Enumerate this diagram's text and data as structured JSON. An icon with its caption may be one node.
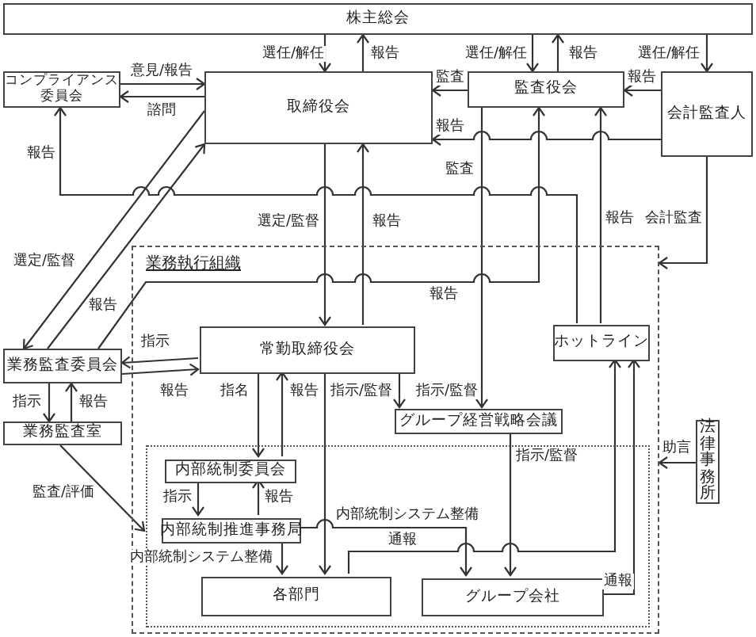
{
  "diagram": {
    "nodes": [
      {
        "text": [
          "株主総会"
        ]
      },
      {
        "text": [
          "コンプライアンス委員会"
        ]
      },
      {
        "text": [
          "取締役会"
        ]
      },
      {
        "text": [
          "監査役会"
        ]
      },
      {
        "text": [
          "会計監査人"
        ]
      },
      {
        "text": [
          "業務執行組織"
        ]
      },
      {
        "text": [
          "業務監査委員会"
        ]
      },
      {
        "text": [
          "業務監査室"
        ]
      },
      {
        "text": [
          "常勤取締役会"
        ],
        "in": 5
      },
      {
        "text": [
          "ホットライン"
        ],
        "in": 5
      },
      {
        "text": [
          "グループ経営戦略会議"
        ],
        "in": 5
      },
      {
        "text": [],
        "shape": "box",
        "in": 5
      },
      {
        "text": [
          "内部統制委員会"
        ],
        "in": 11
      },
      {
        "text": [
          "内部統制推進事務局"
        ],
        "in": 11
      },
      {
        "text": [
          "各部門"
        ],
        "in": 11
      },
      {
        "text": [
          "グループ会社"
        ],
        "in": 11
      },
      {
        "text": [
          "法律事務所"
        ]
      }
    ],
    "edges": [
      {
        "from": 0,
        "to": 2,
        "arrow": "to",
        "label": "選任/解任"
      },
      {
        "from": 2,
        "to": 0,
        "arrow": "to",
        "label": "報告"
      },
      {
        "from": 0,
        "to": 3,
        "arrow": "to",
        "label": "選任/解任"
      },
      {
        "from": 3,
        "to": 0,
        "arrow": "to",
        "label": "報告"
      },
      {
        "from": 0,
        "to": 4,
        "arrow": "to",
        "label": "選任/解任"
      },
      {
        "from": 1,
        "to": 2,
        "arrow": "to",
        "label": "意見/報告"
      },
      {
        "from": 2,
        "to": 1,
        "arrow": "to",
        "label": "諮問"
      },
      {
        "from": 3,
        "to": 2,
        "arrow": "to",
        "label": "監査"
      },
      {
        "from": 4,
        "to": 3,
        "arrow": "to",
        "label": "報告"
      },
      {
        "from": 4,
        "to": 2,
        "arrow": "to",
        "label": "報告"
      },
      {
        "from": 9,
        "to": 1,
        "arrow": "to",
        "label": "報告"
      },
      {
        "from": 2,
        "to": 6,
        "arrow": "to",
        "label": "選定/監督"
      },
      {
        "from": 6,
        "to": 2,
        "arrow": "to",
        "label": "報告"
      },
      {
        "from": 6,
        "to": 3,
        "arrow": "to",
        "label": "報告"
      },
      {
        "from": 2,
        "to": 8,
        "arrow": "to",
        "label": "選定/監督"
      },
      {
        "from": 8,
        "to": 2,
        "arrow": "to",
        "label": "報告"
      },
      {
        "from": 3,
        "to": 10,
        "arrow": "to",
        "label": "監査"
      },
      {
        "from": 9,
        "to": 3,
        "arrow": "to",
        "label": "報告"
      },
      {
        "from": 4,
        "to": 5,
        "arrow": "to",
        "label": "会計監査"
      },
      {
        "from": 8,
        "to": 6,
        "arrow": "to",
        "label": "指示"
      },
      {
        "from": 6,
        "to": 8,
        "arrow": "to",
        "label": "報告"
      },
      {
        "from": 6,
        "to": 7,
        "arrow": "to",
        "label": "指示"
      },
      {
        "from": 7,
        "to": 6,
        "arrow": "to",
        "label": "報告"
      },
      {
        "from": 7,
        "to": 11,
        "arrow": "to",
        "label": "監査/評価"
      },
      {
        "from": 8,
        "to": 12,
        "arrow": "to",
        "label": "指名"
      },
      {
        "from": 12,
        "to": 8,
        "arrow": "to",
        "label": "報告"
      },
      {
        "from": 8,
        "to": 10,
        "arrow": "to",
        "label": "指示/監督"
      },
      {
        "from": 8,
        "to": 14,
        "arrow": "to",
        "label": "指示/監督"
      },
      {
        "from": 12,
        "to": 13,
        "arrow": "to",
        "label": "指示"
      },
      {
        "from": 13,
        "to": 12,
        "arrow": "to",
        "label": "報告"
      },
      {
        "from": 13,
        "to": 14,
        "arrow": "to",
        "label": "内部統制システム整備"
      },
      {
        "from": 13,
        "to": 15,
        "arrow": "to",
        "label": "内部統制システム整備"
      },
      {
        "from": 10,
        "to": 15,
        "arrow": "to",
        "label": "指示/監督"
      },
      {
        "from": 14,
        "to": 9,
        "arrow": "to",
        "label": "通報"
      },
      {
        "from": 15,
        "to": 9,
        "arrow": "to",
        "label": "通報"
      },
      {
        "from": 16,
        "to": 5,
        "arrow": "to",
        "label": "助言"
      }
    ]
  }
}
